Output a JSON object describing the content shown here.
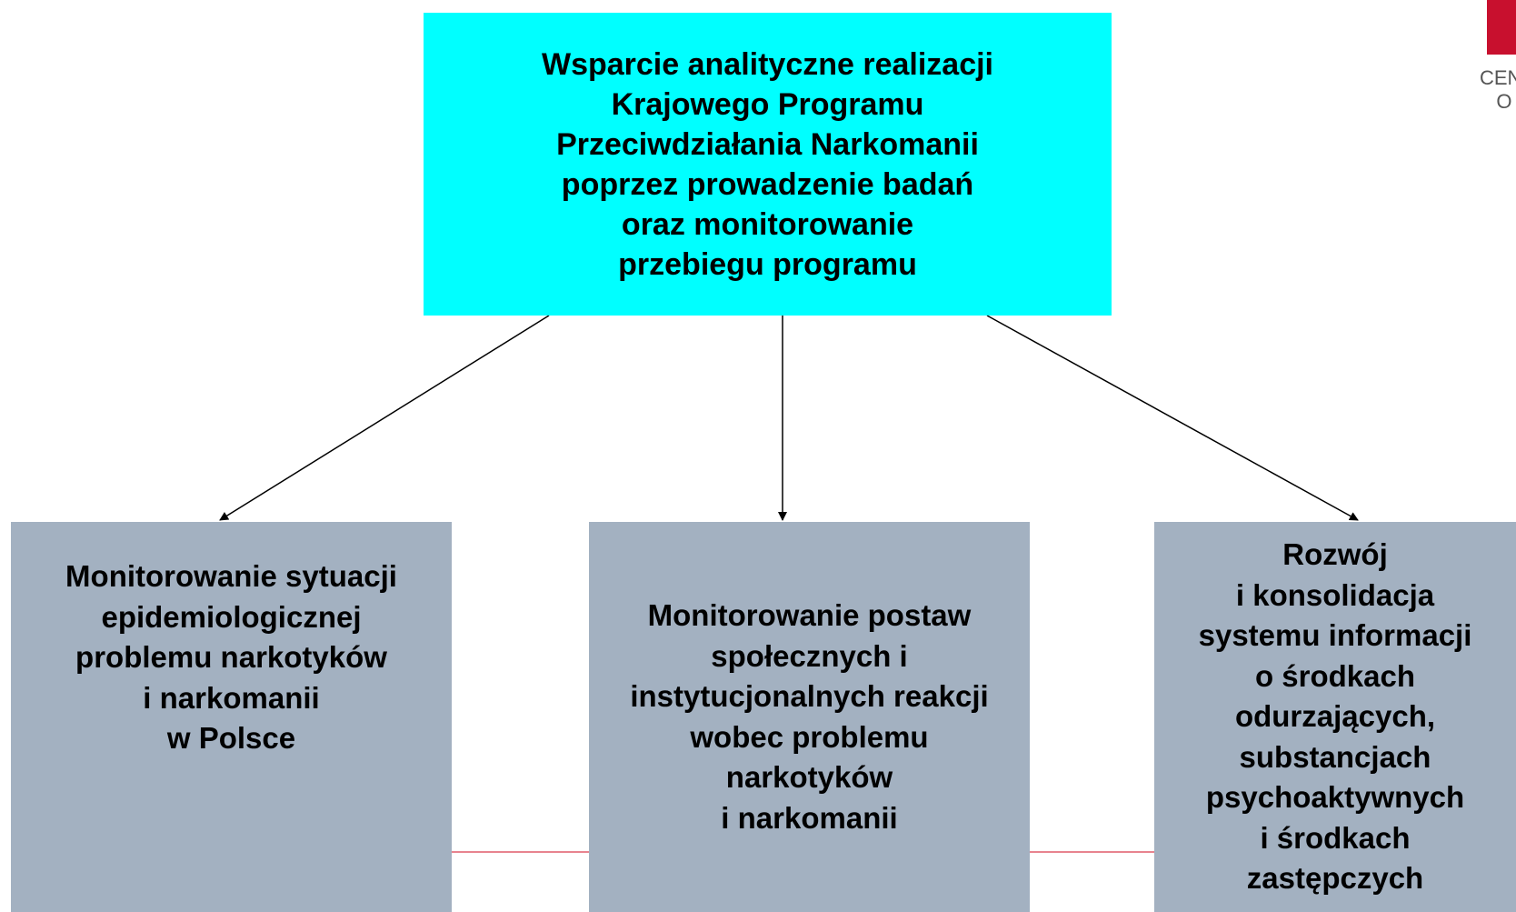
{
  "colors": {
    "top_box": "#00ffff",
    "child_box": "#a3b1c1",
    "arrow": "#000000",
    "connector": "#e05a6a",
    "logo": "#c8102e"
  },
  "nodes": {
    "top": {
      "label": "Wsparcie analityczne realizacji\nKrajowego Programu\nPrzeciwdziałania Narkomanii\npoprzez prowadzenie badań\noraz monitorowanie\n przebiegu programu"
    },
    "left": {
      "label": "Monitorowanie sytuacji\nepidemiologicznej\nproblemu narkotyków\ni narkomanii\nw Polsce"
    },
    "center": {
      "label": "Monitorowanie postaw\nspołecznych i\ninstytucjonalnych reakcji\nwobec problemu\nnarkotyków\ni narkomanii"
    },
    "right": {
      "label": "Rozwój\ni konsolidacja\nsystemu informacji\no środkach\nodurzających,\nsubstancjach\npsychoaktywnych\ni środkach\nzastępczych"
    }
  },
  "logo": {
    "text": "CEN\n   O"
  }
}
